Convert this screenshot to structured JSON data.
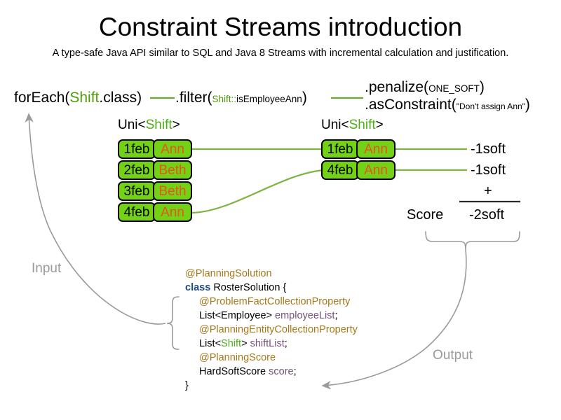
{
  "page": {
    "title": "Constraint Streams introduction",
    "subtitle": "A type-safe Java API similar to SQL and Java 8 Streams with incremental calculation and justification.",
    "accent_green": "#73d216",
    "accent_orange": "#e8541e",
    "line_green": "#6aa832",
    "gray": "#9a9a9a"
  },
  "pipeline": {
    "for_each": {
      "prefix": "forEach(",
      "type": "Shift",
      "suffix": ".class)"
    },
    "filter": {
      "prefix": ".filter(",
      "ref_type": "Shift::",
      "method": "isEmployeeAnn",
      "suffix": ")"
    },
    "penalize": {
      "prefix": ".penalize(",
      "arg": "ONE_SOFT",
      "suffix": ")"
    },
    "as_constraint": {
      "prefix": ".asConstraint(",
      "arg": "\"Don't assign Ann\"",
      "suffix": ")"
    }
  },
  "streams": {
    "left": {
      "label_prefix": "Uni<",
      "label_type": "Shift",
      "label_suffix": ">",
      "rows": [
        {
          "date": "1feb",
          "employee": "Ann"
        },
        {
          "date": "2feb",
          "employee": "Beth"
        },
        {
          "date": "3feb",
          "employee": "Beth"
        },
        {
          "date": "4feb",
          "employee": "Ann"
        }
      ]
    },
    "right": {
      "label_prefix": "Uni<",
      "label_type": "Shift",
      "label_suffix": ">",
      "rows": [
        {
          "date": "1feb",
          "employee": "Ann",
          "penalty": "-1soft"
        },
        {
          "date": "4feb",
          "employee": "Ann",
          "penalty": "-1soft"
        }
      ]
    }
  },
  "score": {
    "operator": "+",
    "label": "Score",
    "total": "-2soft"
  },
  "code": {
    "lines": [
      {
        "indent": 0,
        "parts": [
          {
            "t": "@PlanningSolution",
            "c": "anno"
          }
        ]
      },
      {
        "indent": 0,
        "parts": [
          {
            "t": "class ",
            "c": "kw"
          },
          {
            "t": "RosterSolution {",
            "c": ""
          }
        ]
      },
      {
        "indent": 1,
        "parts": [
          {
            "t": "@ProblemFactCollectionProperty",
            "c": "anno"
          }
        ]
      },
      {
        "indent": 1,
        "parts": [
          {
            "t": "List<Employee> ",
            "c": ""
          },
          {
            "t": "employeeList",
            "c": "var"
          },
          {
            "t": ";",
            "c": ""
          }
        ]
      },
      {
        "indent": 1,
        "parts": [
          {
            "t": "@PlanningEntityCollectionProperty",
            "c": "anno"
          }
        ]
      },
      {
        "indent": 1,
        "parts": [
          {
            "t": "List<",
            "c": ""
          },
          {
            "t": "Shift",
            "c": "cgreen"
          },
          {
            "t": "> ",
            "c": ""
          },
          {
            "t": "shiftList",
            "c": "var"
          },
          {
            "t": ";",
            "c": ""
          }
        ]
      },
      {
        "indent": 0,
        "parts": [
          {
            "t": " ",
            "c": ""
          }
        ]
      },
      {
        "indent": 1,
        "parts": [
          {
            "t": "@PlanningScore",
            "c": "anno"
          }
        ]
      },
      {
        "indent": 1,
        "parts": [
          {
            "t": "HardSoftScore ",
            "c": ""
          },
          {
            "t": "score",
            "c": "var"
          },
          {
            "t": ";",
            "c": ""
          }
        ]
      },
      {
        "indent": 0,
        "parts": [
          {
            "t": "}",
            "c": ""
          }
        ]
      }
    ]
  },
  "flow": {
    "input_label": "Input",
    "output_label": "Output"
  }
}
